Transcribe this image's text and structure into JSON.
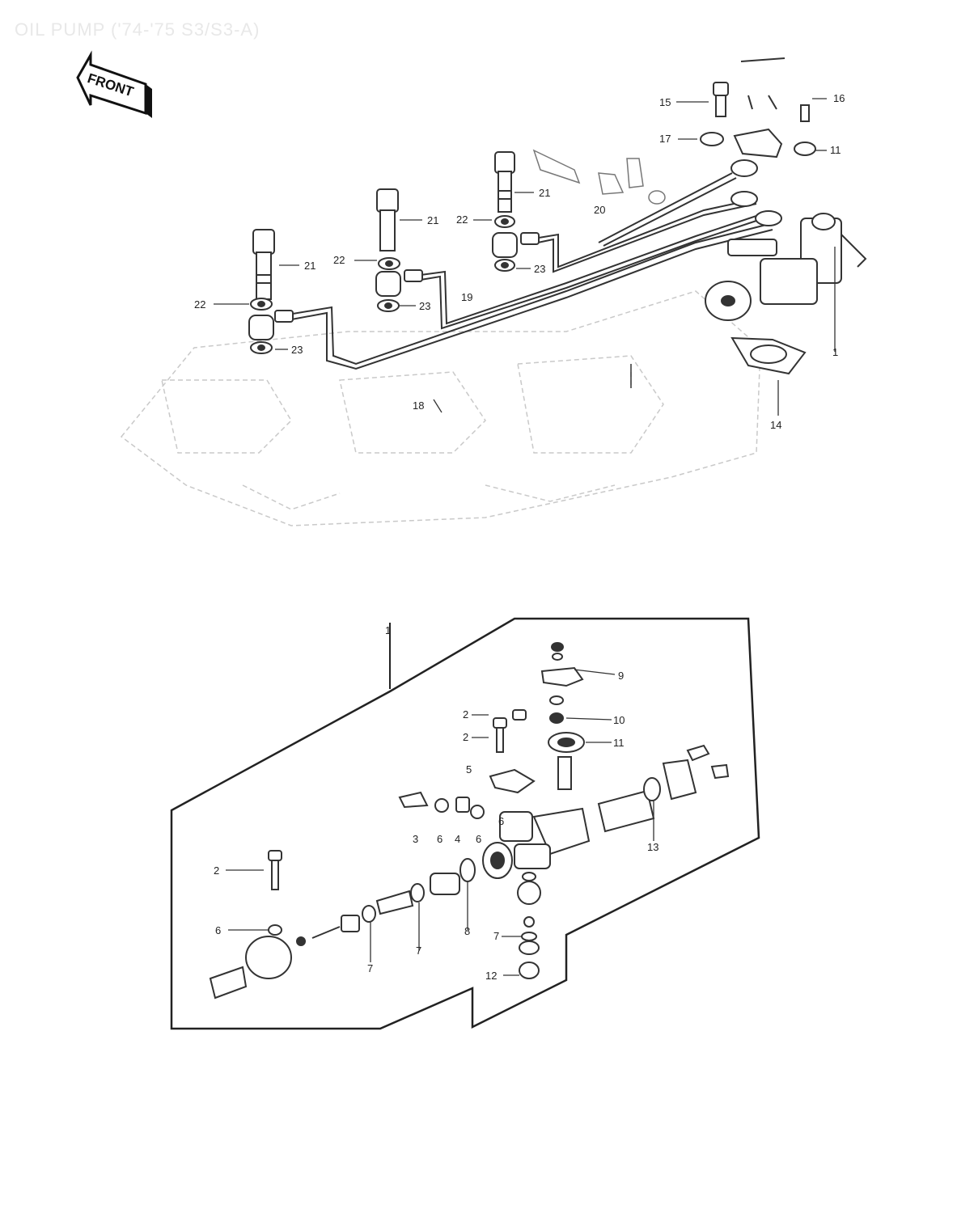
{
  "title": "OIL PUMP ('74-'75 S3/S3-A)",
  "front_label": "FRONT",
  "labels": {
    "l1_top": "1",
    "l14": "14",
    "l15": "15",
    "l16": "16",
    "l17": "17",
    "l11_top": "11",
    "l18": "18",
    "l19": "19",
    "l20": "20",
    "l21a": "21",
    "l21b": "21",
    "l21c": "21",
    "l22a": "22",
    "l22b": "22",
    "l22c": "22",
    "l23a": "23",
    "l23b": "23",
    "l23c": "23",
    "l1_inset": "1",
    "l2a": "2",
    "l2b": "2",
    "l2c": "2",
    "l3": "3",
    "l4": "4",
    "l5": "5",
    "l6a": "6",
    "l6b": "6",
    "l6c": "6",
    "l6d": "6",
    "l7a": "7",
    "l7b": "7",
    "l7c": "7",
    "l8": "8",
    "l9": "9",
    "l10": "10",
    "l11_inset": "11",
    "l12": "12",
    "l13": "13"
  }
}
